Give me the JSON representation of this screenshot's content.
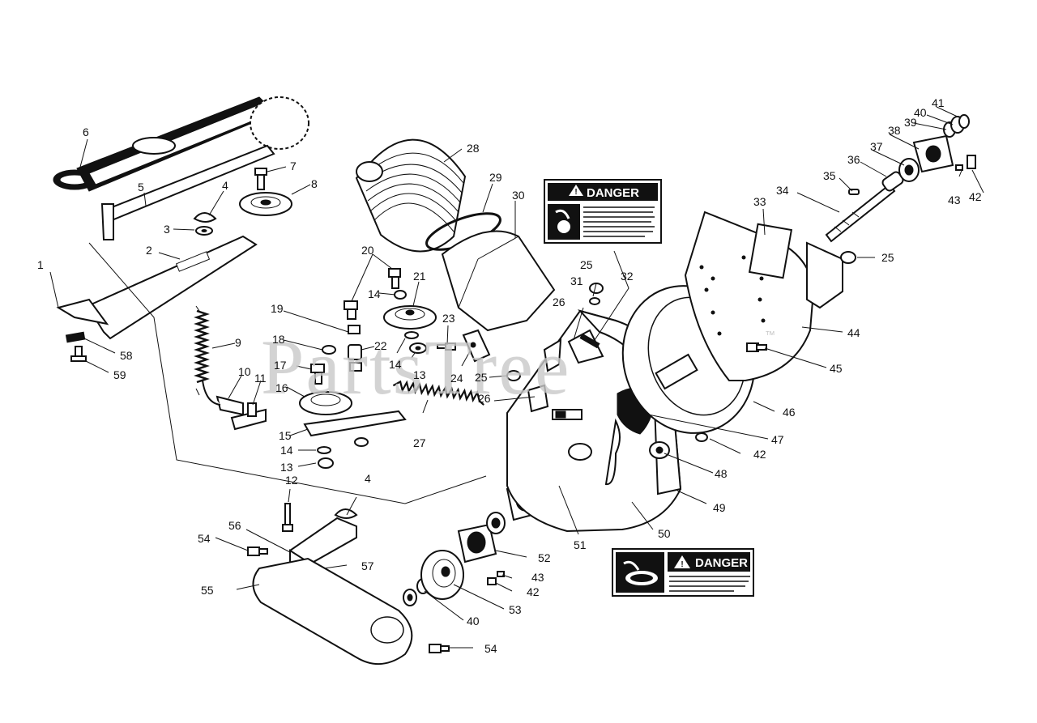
{
  "watermark": {
    "brand": "PartsTree",
    "mark": "™"
  },
  "decals": {
    "top": {
      "heading": "DANGER"
    },
    "bottom": {
      "heading": "DANGER"
    }
  },
  "callouts": [
    {
      "id": "c1",
      "label": "1"
    },
    {
      "id": "c2",
      "label": "2"
    },
    {
      "id": "c3",
      "label": "3"
    },
    {
      "id": "c4a",
      "label": "4"
    },
    {
      "id": "c4b",
      "label": "4"
    },
    {
      "id": "c5",
      "label": "5"
    },
    {
      "id": "c6",
      "label": "6"
    },
    {
      "id": "c7",
      "label": "7"
    },
    {
      "id": "c8",
      "label": "8"
    },
    {
      "id": "c9",
      "label": "9"
    },
    {
      "id": "c10",
      "label": "10"
    },
    {
      "id": "c11",
      "label": "11"
    },
    {
      "id": "c12",
      "label": "12"
    },
    {
      "id": "c13a",
      "label": "13"
    },
    {
      "id": "c13b",
      "label": "13"
    },
    {
      "id": "c14a",
      "label": "14"
    },
    {
      "id": "c14b",
      "label": "14"
    },
    {
      "id": "c14c",
      "label": "14"
    },
    {
      "id": "c15",
      "label": "15"
    },
    {
      "id": "c16",
      "label": "16"
    },
    {
      "id": "c17",
      "label": "17"
    },
    {
      "id": "c18",
      "label": "18"
    },
    {
      "id": "c19",
      "label": "19"
    },
    {
      "id": "c20",
      "label": "20"
    },
    {
      "id": "c21",
      "label": "21"
    },
    {
      "id": "c22",
      "label": "22"
    },
    {
      "id": "c23",
      "label": "23"
    },
    {
      "id": "c24",
      "label": "24"
    },
    {
      "id": "c25a",
      "label": "25"
    },
    {
      "id": "c25b",
      "label": "25"
    },
    {
      "id": "c25c",
      "label": "25"
    },
    {
      "id": "c26a",
      "label": "26"
    },
    {
      "id": "c26b",
      "label": "26"
    },
    {
      "id": "c27",
      "label": "27"
    },
    {
      "id": "c28",
      "label": "28"
    },
    {
      "id": "c29",
      "label": "29"
    },
    {
      "id": "c30",
      "label": "30"
    },
    {
      "id": "c31",
      "label": "31"
    },
    {
      "id": "c32",
      "label": "32"
    },
    {
      "id": "c33",
      "label": "33"
    },
    {
      "id": "c34",
      "label": "34"
    },
    {
      "id": "c35",
      "label": "35"
    },
    {
      "id": "c36",
      "label": "36"
    },
    {
      "id": "c37",
      "label": "37"
    },
    {
      "id": "c38",
      "label": "38"
    },
    {
      "id": "c39",
      "label": "39"
    },
    {
      "id": "c40a",
      "label": "40"
    },
    {
      "id": "c40b",
      "label": "40"
    },
    {
      "id": "c41",
      "label": "41"
    },
    {
      "id": "c42a",
      "label": "42"
    },
    {
      "id": "c42b",
      "label": "42"
    },
    {
      "id": "c42c",
      "label": "42"
    },
    {
      "id": "c43a",
      "label": "43"
    },
    {
      "id": "c43b",
      "label": "43"
    },
    {
      "id": "c44",
      "label": "44"
    },
    {
      "id": "c45",
      "label": "45"
    },
    {
      "id": "c46",
      "label": "46"
    },
    {
      "id": "c47",
      "label": "47"
    },
    {
      "id": "c48",
      "label": "48"
    },
    {
      "id": "c49",
      "label": "49"
    },
    {
      "id": "c50",
      "label": "50"
    },
    {
      "id": "c51",
      "label": "51"
    },
    {
      "id": "c52",
      "label": "52"
    },
    {
      "id": "c53",
      "label": "53"
    },
    {
      "id": "c54a",
      "label": "54"
    },
    {
      "id": "c54b",
      "label": "54"
    },
    {
      "id": "c55",
      "label": "55"
    },
    {
      "id": "c56",
      "label": "56"
    },
    {
      "id": "c57",
      "label": "57"
    },
    {
      "id": "c58",
      "label": "58"
    },
    {
      "id": "c59",
      "label": "59"
    }
  ]
}
